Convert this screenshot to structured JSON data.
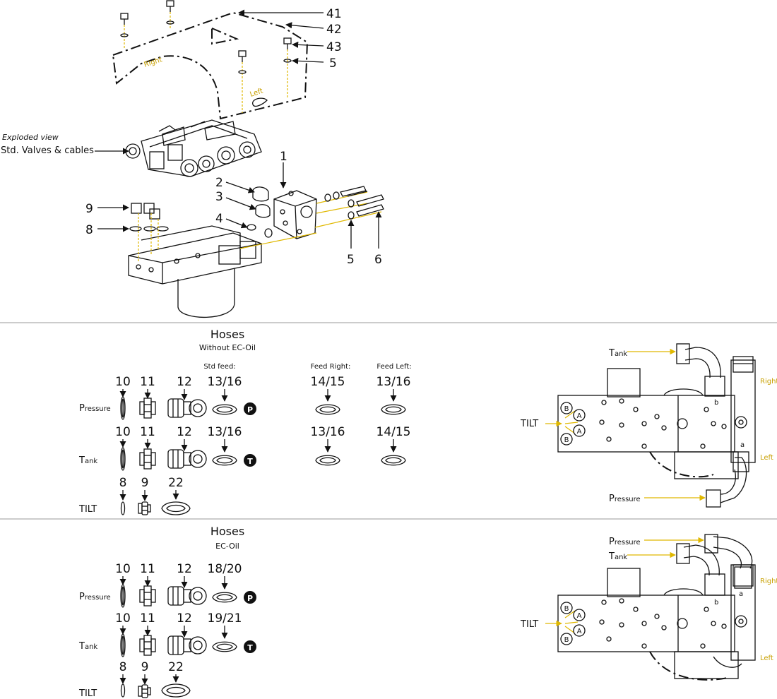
{
  "callouts": {
    "c41": "41",
    "c42": "42",
    "c43": "43",
    "c5a": "5",
    "c1": "1",
    "c2": "2",
    "c3": "3",
    "c4": "4",
    "c5b": "5",
    "c6": "6",
    "c9": "9",
    "c8": "8"
  },
  "exploded": {
    "caption": "Exploded view",
    "title": "Std. Valves & cables"
  },
  "cover_labels": {
    "right": "Right",
    "left": "Left"
  },
  "section1": {
    "title": "Hoses",
    "subtitle": "Without EC-Oil",
    "col_std": "Std feed:",
    "col_right": "Feed Right:",
    "col_left": "Feed Left:",
    "pressure": {
      "first": "P",
      "rest": "ressure",
      "parts": [
        "10",
        "11",
        "12",
        "13/16"
      ],
      "feed_right": "14/15",
      "feed_left": "13/16",
      "badge": "P"
    },
    "tank": {
      "first": "T",
      "rest": "ank",
      "parts": [
        "10",
        "11",
        "12",
        "13/16"
      ],
      "feed_right": "13/16",
      "feed_left": "14/15",
      "badge": "T"
    },
    "tilt": {
      "label": "TILT",
      "parts": [
        "8",
        "9",
        "22"
      ]
    }
  },
  "section2": {
    "title": "Hoses",
    "subtitle": "EC-Oil",
    "pressure": {
      "first": "P",
      "rest": "ressure",
      "parts": [
        "10",
        "11",
        "12",
        "18/20"
      ],
      "badge": "P"
    },
    "tank": {
      "first": "T",
      "rest": "ank",
      "parts": [
        "10",
        "11",
        "12",
        "19/21"
      ],
      "badge": "T"
    },
    "tilt": {
      "label": "TILT",
      "parts": [
        "8",
        "9",
        "22"
      ]
    }
  },
  "block1": {
    "tank": {
      "first": "T",
      "rest": "ank"
    },
    "pressure": {
      "first": "P",
      "rest": "ressure"
    },
    "tilt": "TILT",
    "right": "Right",
    "left": "Left",
    "ports": [
      "B",
      "A",
      "A",
      "B"
    ],
    "port_b": "b",
    "port_a": "a"
  },
  "block2": {
    "pressure": {
      "first": "P",
      "rest": "ressure"
    },
    "tank": {
      "first": "T",
      "rest": "ank"
    },
    "tilt": "TILT",
    "right": "Right",
    "left": "Left",
    "ports": [
      "B",
      "A",
      "A",
      "B"
    ],
    "port_b": "b",
    "port_a": "a"
  },
  "colors": {
    "accent_yellow": "#e0b800",
    "line": "#111111",
    "divider": "#999999"
  }
}
